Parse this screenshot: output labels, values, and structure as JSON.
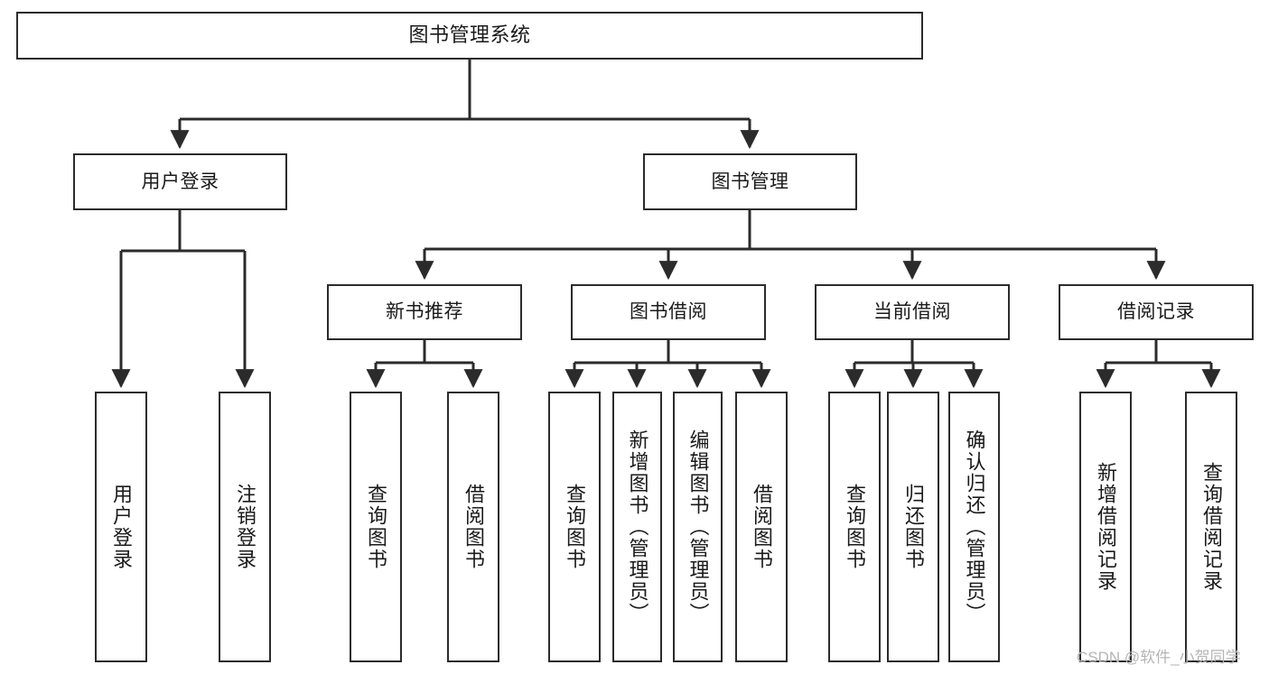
{
  "diagram": {
    "type": "hierarchy-tree",
    "watermark": "CSDN @软件_小贺同学",
    "colors": {
      "stroke": "#2b2b2b",
      "fill": "#ffffff",
      "text": "#1a1a1a",
      "watermark": "#b5b5b5",
      "background": "#ffffff"
    },
    "levels": {
      "root": {
        "label": "图书管理系统"
      },
      "level2": [
        {
          "label": "用户登录"
        },
        {
          "label": "图书管理"
        }
      ],
      "level3": [
        {
          "label": "新书推荐"
        },
        {
          "label": "图书借阅"
        },
        {
          "label": "当前借阅"
        },
        {
          "label": "借阅记录"
        }
      ],
      "leaves": [
        {
          "label": "用户登录",
          "parent": "用户登录"
        },
        {
          "label": "注销登录",
          "parent": "用户登录"
        },
        {
          "label": "查询图书",
          "parent": "新书推荐"
        },
        {
          "label": "借阅图书",
          "parent": "新书推荐"
        },
        {
          "label": "查询图书",
          "parent": "图书借阅"
        },
        {
          "label": "新增图书（管理员）",
          "parent": "图书借阅"
        },
        {
          "label": "编辑图书（管理员）",
          "parent": "图书借阅"
        },
        {
          "label": "借阅图书",
          "parent": "图书借阅"
        },
        {
          "label": "查询图书",
          "parent": "当前借阅"
        },
        {
          "label": "归还图书",
          "parent": "当前借阅"
        },
        {
          "label": "确认归还（管理员）",
          "parent": "当前借阅"
        },
        {
          "label": "新增借阅记录",
          "parent": "借阅记录"
        },
        {
          "label": "查询借阅记录",
          "parent": "借阅记录"
        }
      ]
    }
  }
}
